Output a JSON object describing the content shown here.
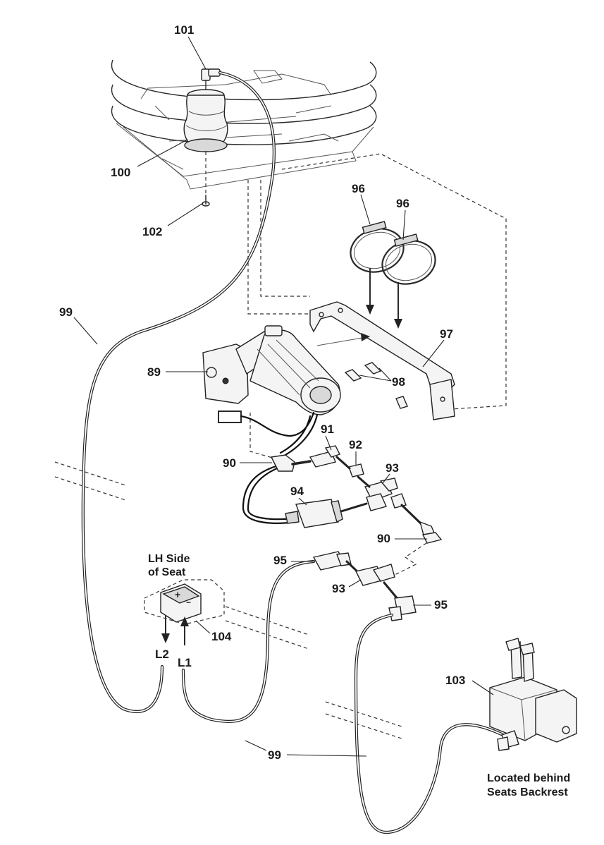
{
  "callouts": [
    {
      "id": "101",
      "text": "101"
    },
    {
      "id": "100",
      "text": "100"
    },
    {
      "id": "102",
      "text": "102"
    },
    {
      "id": "96a",
      "text": "96"
    },
    {
      "id": "96b",
      "text": "96"
    },
    {
      "id": "99a",
      "text": "99"
    },
    {
      "id": "97",
      "text": "97"
    },
    {
      "id": "89",
      "text": "89"
    },
    {
      "id": "98",
      "text": "98"
    },
    {
      "id": "91",
      "text": "91"
    },
    {
      "id": "92",
      "text": "92"
    },
    {
      "id": "90a",
      "text": "90"
    },
    {
      "id": "93a",
      "text": "93"
    },
    {
      "id": "94",
      "text": "94"
    },
    {
      "id": "90b",
      "text": "90"
    },
    {
      "id": "95a",
      "text": "95"
    },
    {
      "id": "93b",
      "text": "93"
    },
    {
      "id": "95b",
      "text": "95"
    },
    {
      "id": "104",
      "text": "104"
    },
    {
      "id": "L2",
      "text": "L2"
    },
    {
      "id": "L1",
      "text": "L1"
    },
    {
      "id": "103",
      "text": "103"
    },
    {
      "id": "99b",
      "text": "99"
    }
  ],
  "notes": {
    "lh_side_line1": "LH Side",
    "lh_side_line2": "of Seat",
    "located_line1": "Located behind",
    "located_line2": "Seats Backrest"
  },
  "switch_symbols": {
    "plus": "+",
    "minus": "−"
  }
}
